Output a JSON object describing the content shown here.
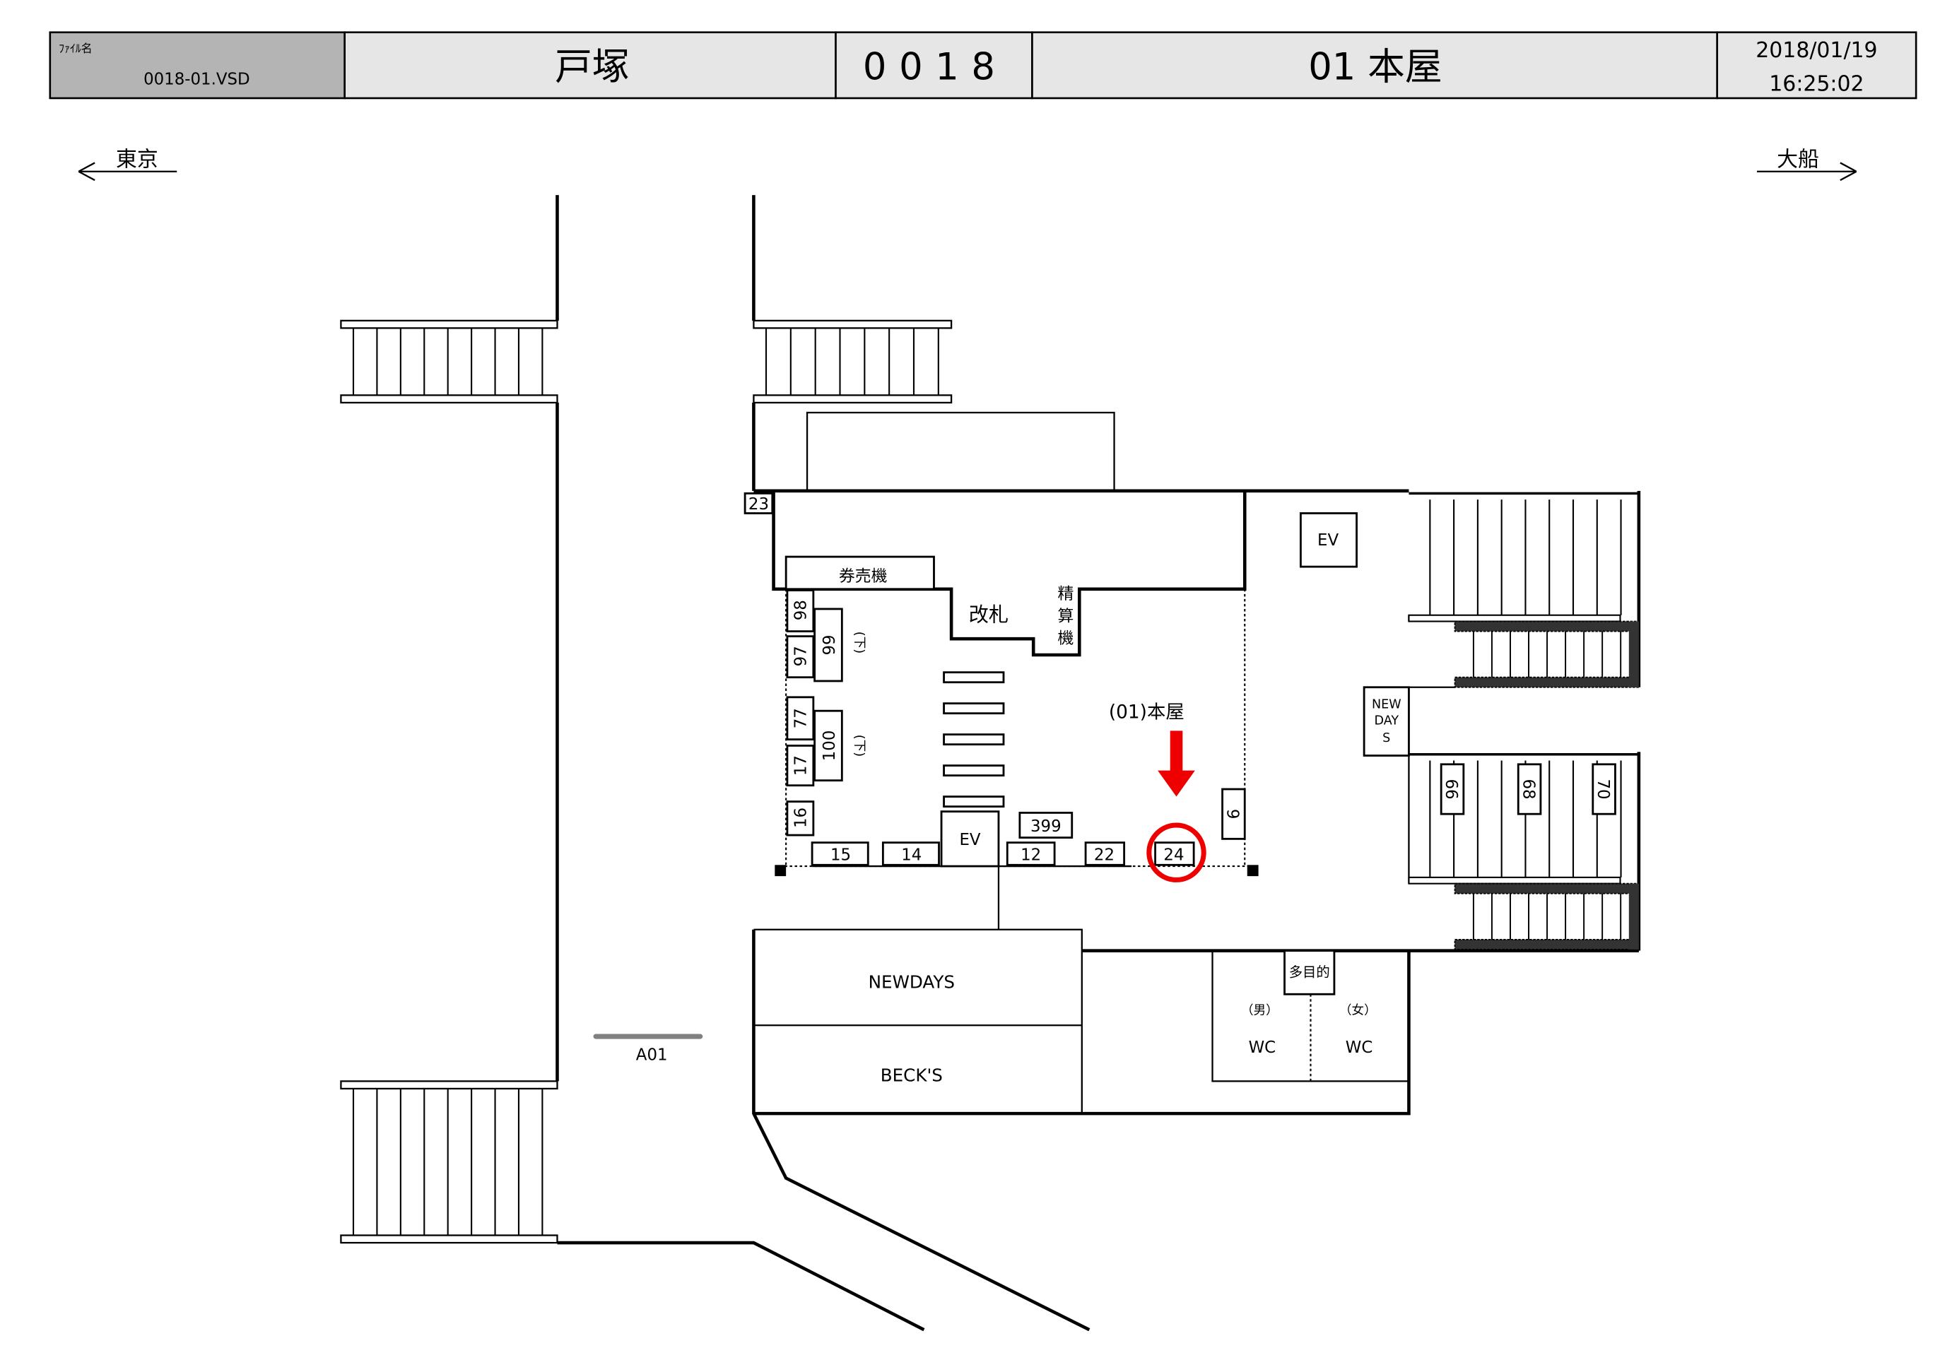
{
  "header": {
    "file_label": "ﾌｧｲﾙ名",
    "file_name": "0018-01.VSD",
    "station": "戸塚",
    "station_code": "0018",
    "location": "01 本屋",
    "date": "2018/01/19",
    "time": "16:25:02"
  },
  "directions": {
    "left": "東京",
    "right": "大船"
  },
  "map": {
    "ticket_machine": "券売機",
    "ticket_gate": "改札",
    "fare_adjust": [
      "精",
      "算",
      "機"
    ],
    "elevator": "EV",
    "elevator_right": "EV",
    "newdays_small": [
      "NEW",
      "DAY",
      "S"
    ],
    "newdays": "NEWDAYS",
    "becks": "BECK'S",
    "multipurpose": "多目的",
    "men": "（男）",
    "women": "（女）",
    "wc_men": "WC",
    "wc_women": "WC",
    "platform_marker": "A01",
    "current_location": "(01)本屋",
    "down_label": "(下)",
    "ads": {
      "a23": "23",
      "a98": "98",
      "a99": "99",
      "a97": "97",
      "a77": "77",
      "a100": "100",
      "a17": "17",
      "a16": "16",
      "a15": "15",
      "a14": "14",
      "a12": "12",
      "a399": "399",
      "a22": "22",
      "a24": "24",
      "a9": "9",
      "a66": "66",
      "a68": "68",
      "a70": "70"
    },
    "highlight_color": "#ee0000"
  }
}
